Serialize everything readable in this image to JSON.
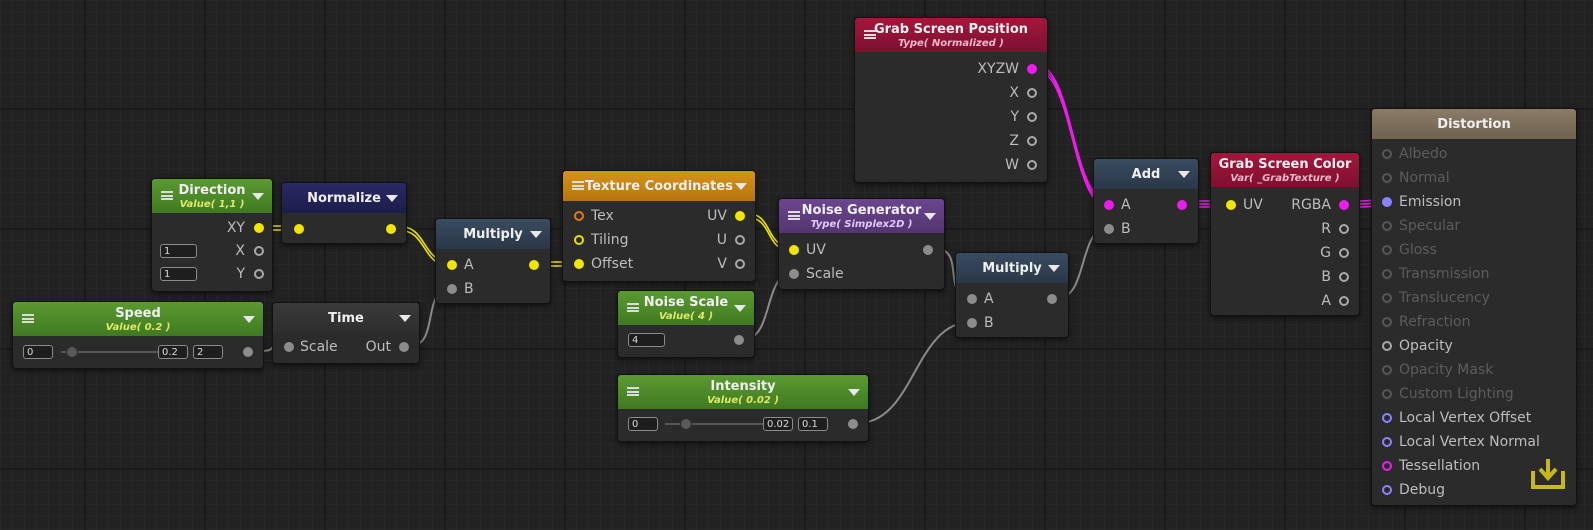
{
  "nodes": {
    "direction": {
      "title": "Direction",
      "subtitle": "Value( 1,1 )",
      "out_label": "XY",
      "x_label": "X",
      "y_label": "Y",
      "x_value": "1",
      "y_value": "1"
    },
    "normalize": {
      "title": "Normalize"
    },
    "multiply1": {
      "title": "Multiply",
      "a_label": "A",
      "b_label": "B"
    },
    "speed": {
      "title": "Speed",
      "subtitle": "Value( 0.2 )",
      "min": "0",
      "value": "0.2",
      "max": "2",
      "slider_fraction": 0.1
    },
    "time": {
      "title": "Time",
      "scale_label": "Scale",
      "out_label": "Out"
    },
    "texcoords": {
      "title": "Texture Coordinates",
      "tex_label": "Tex",
      "tiling_label": "Tiling",
      "offset_label": "Offset",
      "uv_label": "UV",
      "u_label": "U",
      "v_label": "V"
    },
    "noise_scale": {
      "title": "Noise Scale",
      "subtitle": "Value( 4 )",
      "value": "4"
    },
    "intensity": {
      "title": "Intensity",
      "subtitle": "Value( 0.02 )",
      "min": "0",
      "value": "0.02",
      "max": "0.1",
      "slider_fraction": 0.2
    },
    "noise_gen": {
      "title": "Noise Generator",
      "subtitle": "Type( Simplex2D )",
      "uv_label": "UV",
      "scale_label": "Scale"
    },
    "multiply2": {
      "title": "Multiply",
      "a_label": "A",
      "b_label": "B"
    },
    "grab_pos": {
      "title": "Grab Screen Position",
      "subtitle": "Type( Normalized )",
      "outputs": [
        "XYZW",
        "X",
        "Y",
        "Z",
        "W"
      ]
    },
    "add": {
      "title": "Add",
      "a_label": "A",
      "b_label": "B"
    },
    "grab_color": {
      "title": "Grab Screen Color",
      "subtitle": "Var( _GrabTexture )",
      "uv_label": "UV",
      "outputs": [
        "RGBA",
        "R",
        "G",
        "B",
        "A"
      ]
    },
    "output": {
      "title": "Distortion",
      "inputs": [
        {
          "label": "Albedo",
          "active": false
        },
        {
          "label": "Normal",
          "active": false
        },
        {
          "label": "Emission",
          "active": true
        },
        {
          "label": "Specular",
          "active": false
        },
        {
          "label": "Gloss",
          "active": false
        },
        {
          "label": "Transmission",
          "active": false
        },
        {
          "label": "Translucency",
          "active": false
        },
        {
          "label": "Refraction",
          "active": false
        },
        {
          "label": "Opacity",
          "active": true
        },
        {
          "label": "Opacity Mask",
          "active": false
        },
        {
          "label": "Custom Lighting",
          "active": false
        },
        {
          "label": "Local Vertex Offset",
          "active": true
        },
        {
          "label": "Local Vertex Normal",
          "active": true
        },
        {
          "label": "Tessellation",
          "active": true
        },
        {
          "label": "Debug",
          "active": true
        }
      ]
    }
  },
  "icons": {
    "menu": "hamburger-menu-icon",
    "dropdown": "triangle-down-icon",
    "save": "download-tray-icon"
  },
  "colors": {
    "property_header": "#4f8a2a",
    "function_header": "#1e1f4e",
    "math_header": "#2f3f52",
    "texture_header": "#c98612",
    "noise_header": "#5a3a7a",
    "screen_header": "#9a1437",
    "output_header": "#7d6f5b",
    "wire_yellow": "#f2e600",
    "wire_magenta": "#ec1cec",
    "wire_gray": "#8a8a8a"
  }
}
